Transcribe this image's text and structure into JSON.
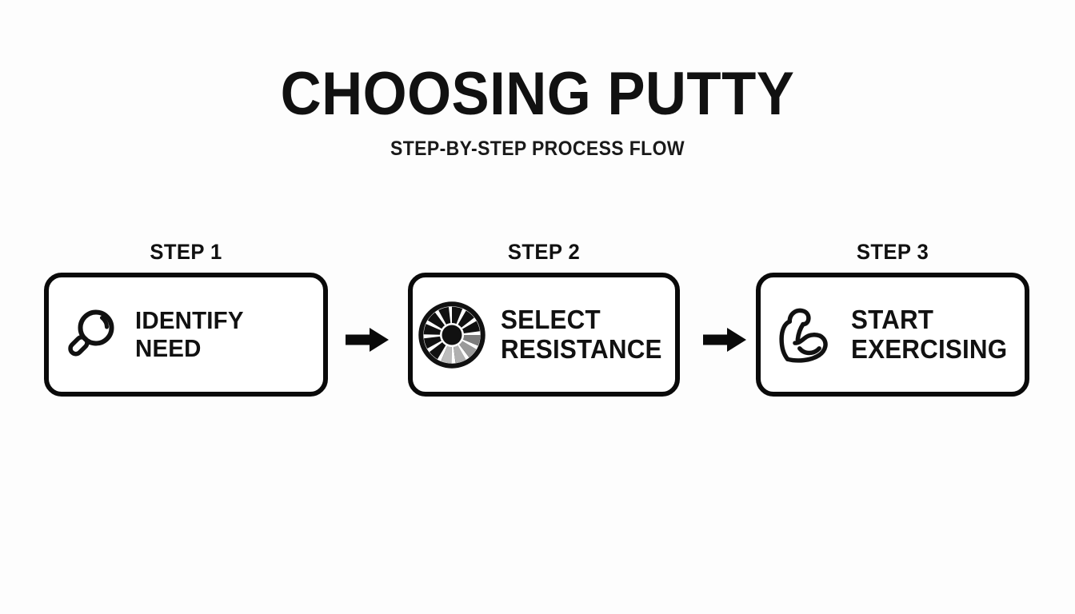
{
  "page": {
    "background_color": "#fdfdfd",
    "ink_color": "#0d0d0d"
  },
  "header": {
    "title": "CHOOSING PUTTY",
    "subtitle": "STEP-BY-STEP PROCESS FLOW"
  },
  "flow": {
    "steps": [
      {
        "label": "STEP 1",
        "text": "IDENTIFY NEED",
        "icon": "magnifying-glass-icon"
      },
      {
        "label": "STEP 2",
        "text": "SELECT\nRESISTANCE",
        "icon": "resistance-dial-icon"
      },
      {
        "label": "STEP 3",
        "text": "START\nEXERCISING",
        "icon": "flexed-biceps-icon"
      }
    ],
    "connectors": [
      {
        "icon": "arrow-right-icon"
      },
      {
        "icon": "arrow-right-icon"
      }
    ]
  },
  "icon_colors": {
    "outline": "#111111",
    "dial_segment_dark_gray": "#7d7d7d",
    "dial_segment_mid_gray": "#9a9a9a",
    "dial_segment_light_gray": "#b3b3b3",
    "dial_segment_black": "#111111"
  }
}
